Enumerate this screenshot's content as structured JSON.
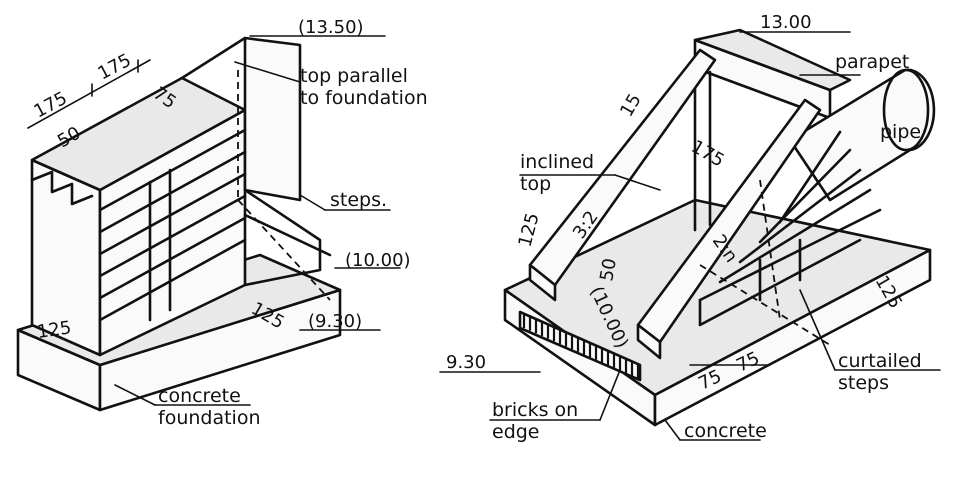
{
  "left_figure": {
    "level_top": "(13.50)",
    "note_top_line1": "top parallel",
    "note_top_line2": "to foundation",
    "dim_width_left": "175",
    "dim_width_right": "175",
    "dim_50": "50",
    "dim_75": "75",
    "label_steps": "steps.",
    "level_mid": "(10.00)",
    "level_low": "(9.30)",
    "dim_125_side": "125",
    "dim_125_front": "125",
    "label_foundation_line1": "concrete",
    "label_foundation_line2": "foundation"
  },
  "right_figure": {
    "level_top": "13.00",
    "label_parapet": "parapet",
    "label_pipe": "pipe",
    "dim_15": "15",
    "dim_175": "175",
    "label_inclined_line1": "inclined",
    "label_inclined_line2": "top",
    "dim_125": "125",
    "slope_3_2": "3:2",
    "slope_2_n": "2:n",
    "dim_50": "50",
    "level_mid": "(10.00)",
    "level_low": "9.30",
    "dim_75a": "75",
    "dim_75b": "75",
    "dim_125_right": "125",
    "label_curtailed_line1": "curtailed",
    "label_curtailed_line2": "steps",
    "label_bricks_line1": "bricks on",
    "label_bricks_line2": "edge",
    "label_concrete": "concrete"
  }
}
